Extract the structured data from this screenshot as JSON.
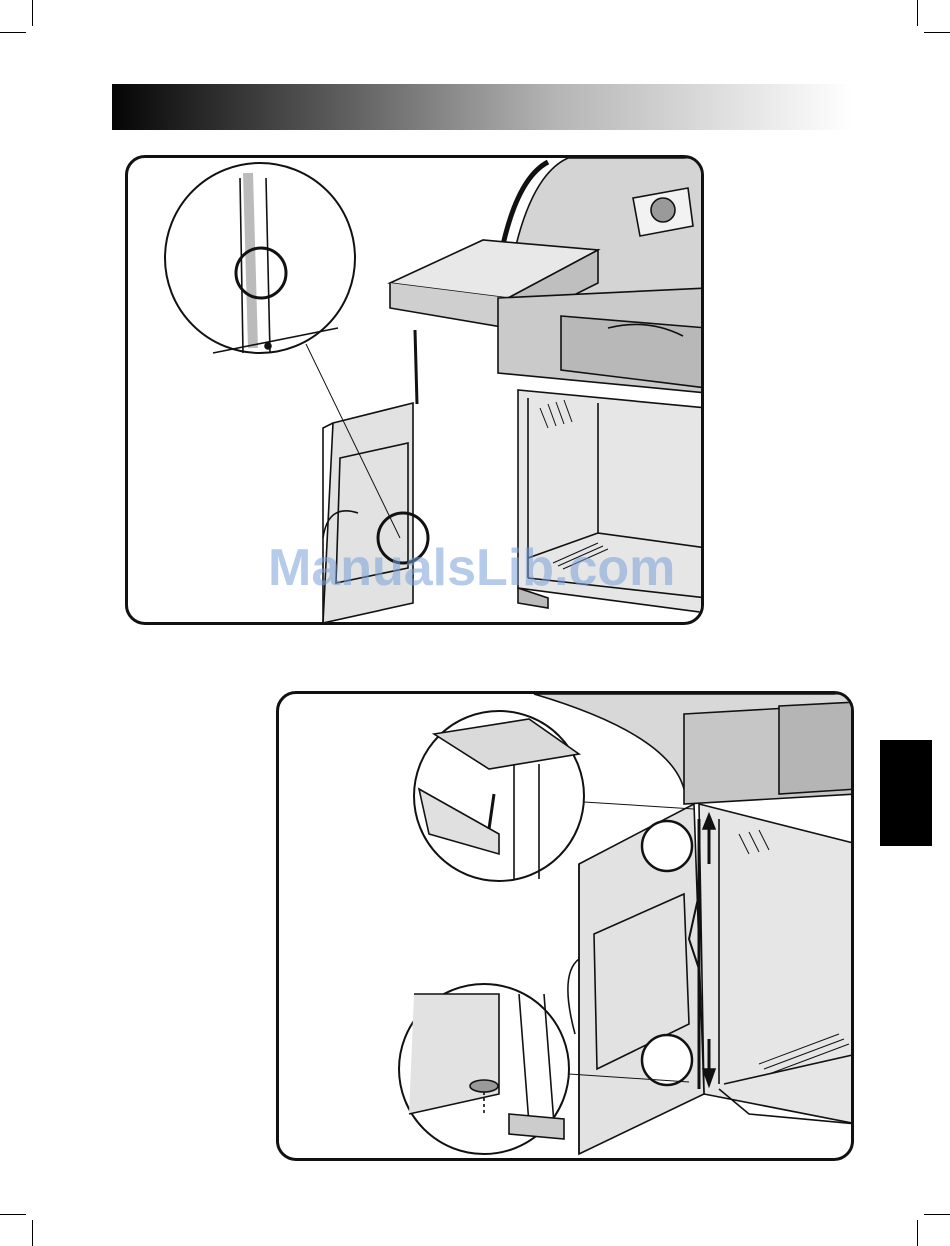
{
  "page": {
    "watermark": "ManualsLib.com"
  },
  "colors": {
    "ink": "#111111",
    "panel_fill": "#e2e2e2",
    "panel_shade": "#bdbdbd",
    "watermark": "#8fb2dc"
  },
  "figures": [
    {
      "id": "fig-1",
      "subject": "grill-side-panel-install",
      "callouts": 2
    },
    {
      "id": "fig-2",
      "subject": "door-hinge-pin-install",
      "callouts": 2
    }
  ]
}
